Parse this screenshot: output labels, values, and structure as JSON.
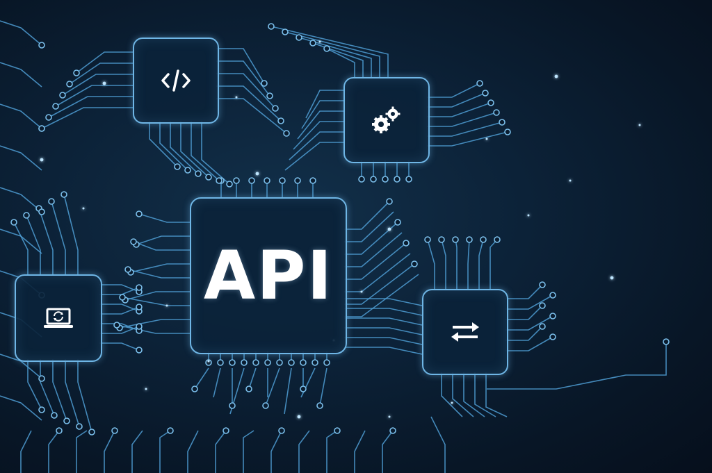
{
  "main_chip": {
    "label": "API"
  },
  "chips": [
    {
      "name": "code",
      "icon": "code-icon",
      "glyph": "</>"
    },
    {
      "name": "settings",
      "icon": "gears-icon"
    },
    {
      "name": "device",
      "icon": "laptop-sync-icon"
    },
    {
      "name": "transfer",
      "icon": "transfer-arrows-icon"
    }
  ],
  "colors": {
    "background": "#0a1c2f",
    "trace": "#5aa8dc",
    "chip_border": "#6fb6e6",
    "label": "#ffffff"
  }
}
